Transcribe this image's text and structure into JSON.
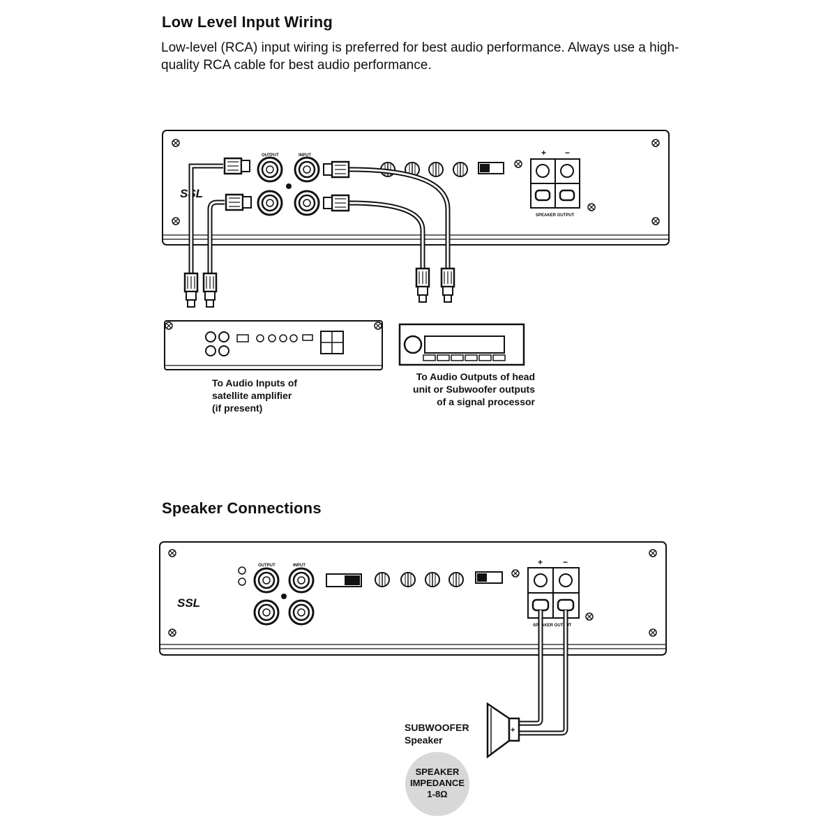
{
  "section1": {
    "title": "Low Level Input Wiring",
    "body": "Low-level (RCA) input wiring is preferred for best audio performance. Always use a high-quality RCA cable for best audio performance."
  },
  "amp": {
    "brand": "SSL",
    "output_label": "OUTPUT",
    "input_label": "INPUT",
    "speaker_output_label": "SPEAKER OUTPUT",
    "plus": "+",
    "minus": "−"
  },
  "captions": {
    "satellite": [
      "To Audio Inputs of",
      "satellite amplifier",
      "(if present)"
    ],
    "head_unit": [
      "To Audio Outputs of head",
      "unit or Subwoofer outputs",
      "of a signal processor"
    ]
  },
  "section2": {
    "title": "Speaker Connections",
    "speaker_label": [
      "SUBWOOFER",
      "Speaker"
    ],
    "impedance_badge": [
      "SPEAKER",
      "IMPEDANCE",
      "1-8Ω"
    ]
  }
}
